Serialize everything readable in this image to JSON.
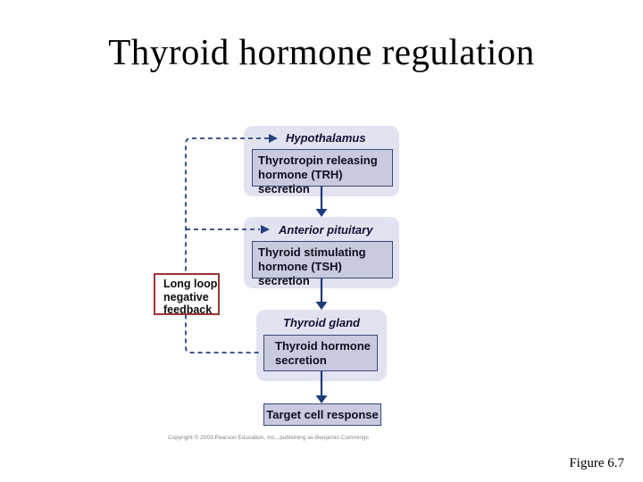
{
  "slide": {
    "title": "Thyroid hormone regulation",
    "figure_caption": "Figure 6.7",
    "copyright": "Copyright © 2003 Pearson Education, Inc., publishing as Benjamin Cummings"
  },
  "diagram": {
    "groups": [
      {
        "label": "Hypothalamus",
        "has_arrow_marker": true,
        "box_text": "Thyrotropin releasing\nhormone (TRH) secretion"
      },
      {
        "label": "Anterior pituitary",
        "has_arrow_marker": true,
        "box_text": "Thyroid stimulating\nhormone (TSH) secretion"
      },
      {
        "label": "Thyroid gland",
        "has_arrow_marker": false,
        "box_text": "Thyroid hormone\nsecretion"
      }
    ],
    "feedback": {
      "lines": [
        "Long loop",
        "negative",
        "feedback"
      ]
    },
    "target": {
      "text": "Target cell response"
    }
  },
  "colors": {
    "title_text": "#000000",
    "outer_box_fill": "#e2e3f0",
    "inner_box_fill": "#c8cadf",
    "inner_box_border": "#3a4a7c",
    "arrow_color": "#1d3a7e",
    "dashed_color": "#27417f",
    "label_text": "#0f1233",
    "box_text": "#0d0e1f",
    "feedback_border": "#9e3338",
    "feedback_text": "#0d0d0d",
    "copyright_text": "#85858a"
  }
}
